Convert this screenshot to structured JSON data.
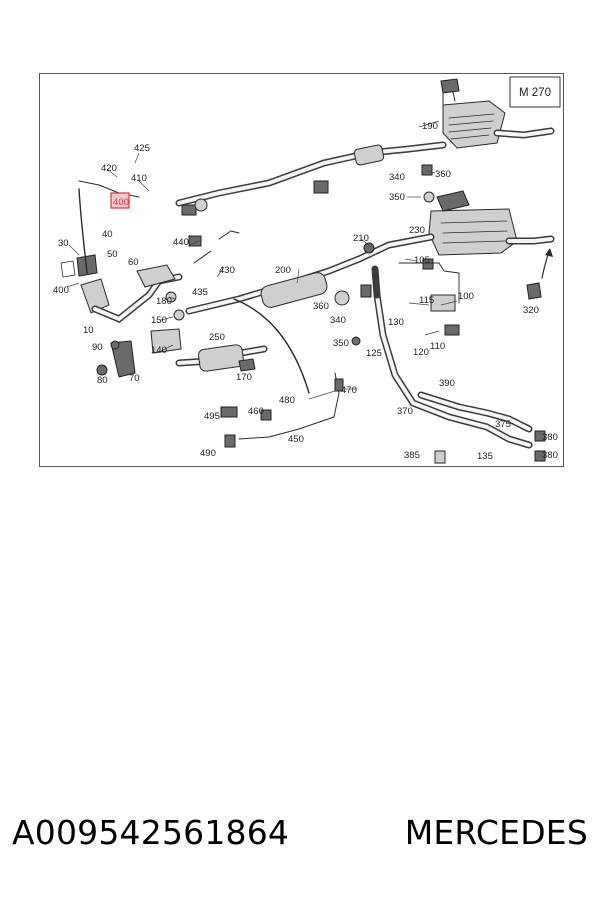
{
  "diagram": {
    "model_code": "M 270",
    "highlighted_part": "400",
    "parts": [
      "10",
      "30",
      "40",
      "50",
      "60",
      "70",
      "80",
      "90",
      "100",
      "105",
      "110",
      "115",
      "120",
      "125",
      "130",
      "135",
      "140",
      "150",
      "170",
      "180",
      "190",
      "200",
      "210",
      "230",
      "250",
      "320",
      "340",
      "350",
      "360",
      "370",
      "375",
      "380",
      "385",
      "390",
      "400",
      "410",
      "420",
      "425",
      "430",
      "435",
      "440",
      "450",
      "460",
      "470",
      "480",
      "490",
      "495"
    ],
    "colors": {
      "highlight": "#d9363e",
      "highlight_fill": "#f3c9cc",
      "part_line": "#2a2a2a"
    }
  },
  "footer": {
    "part_number": "A009542561864",
    "brand": "MERCEDES"
  }
}
